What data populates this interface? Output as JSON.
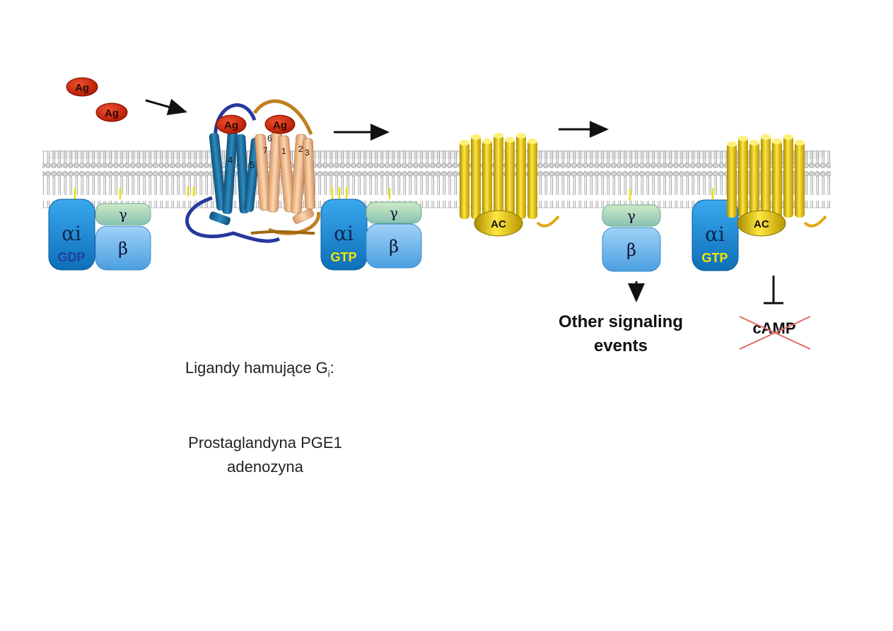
{
  "diagram": {
    "ligand_label": "Ag",
    "alpha_label": "αi",
    "gdp_label": "GDP",
    "gtp_label": "GTP",
    "beta_label": "β",
    "gamma_label": "γ",
    "ac_label": "AC",
    "helix_numbers": [
      "4",
      "5",
      "6",
      "7",
      "1",
      "2",
      "3"
    ],
    "other_signaling_line1": "Other signaling",
    "other_signaling_line2": "events",
    "camp_label": "cAMP"
  },
  "captions": {
    "ligands_title": "Ligandy hamujące G",
    "ligands_title_sub": "i",
    "ligands_title_suffix": ":",
    "ligand_1": "Prostaglandyna PGE1",
    "ligand_2": "adenozyna"
  },
  "colors": {
    "alpha_subunit": "#1a8fd6",
    "beta_subunit": "#6ab8ee",
    "gamma_subunit": "#a8d8b8",
    "adenylyl_cyclase": "#e8c400",
    "ligand": "#d42a10",
    "receptor_blue": "#1f6fa0",
    "receptor_tan": "#f2c49a",
    "gtp_text": "#f5e600",
    "gdp_text": "#2040a0"
  }
}
